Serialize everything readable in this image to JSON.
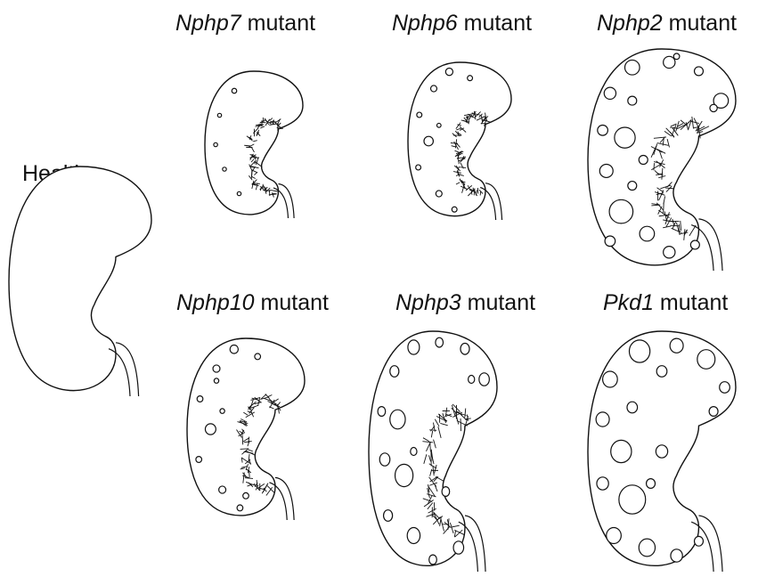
{
  "labels": {
    "healthy": {
      "text": "Healthy"
    },
    "nphp7": {
      "gene": "Nphp7",
      "suffix": " mutant"
    },
    "nphp6": {
      "gene": "Nphp6",
      "suffix": " mutant"
    },
    "nphp2": {
      "gene": "Nphp2",
      "suffix": " mutant"
    },
    "nphp10": {
      "gene": "Nphp10",
      "suffix": " mutant"
    },
    "nphp3": {
      "gene": "Nphp3",
      "suffix": " mutant"
    },
    "pkd1": {
      "gene": "Pkd1",
      "suffix": " mutant"
    }
  },
  "colors": {
    "stroke": "#111111",
    "background": "#ffffff"
  }
}
